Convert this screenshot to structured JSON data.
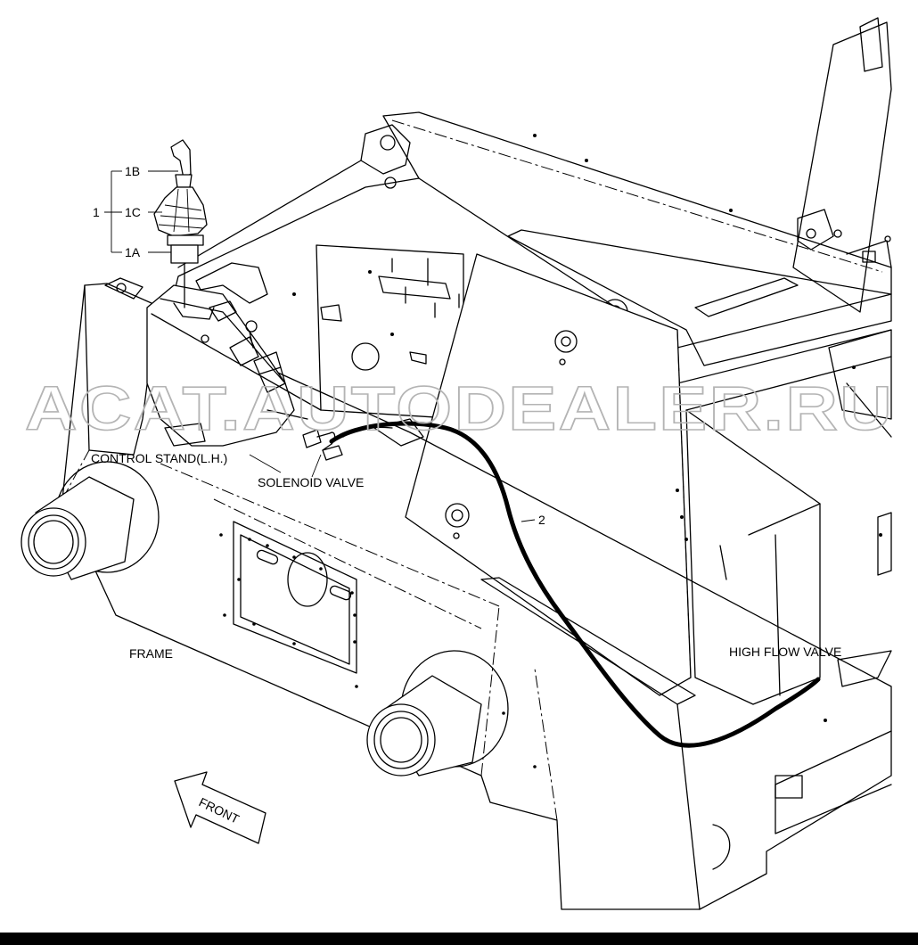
{
  "labels": {
    "callout_1": "1",
    "callout_1b": "1B",
    "callout_1c": "1C",
    "callout_1a": "1A",
    "callout_2": "2",
    "control_stand": "CONTROL STAND(L.H.)",
    "solenoid_valve": "SOLENOID VALVE",
    "frame": "FRAME",
    "high_flow_valve": "HIGH FLOW VALVE",
    "front": "FRONT"
  },
  "watermark": "ACAT.AUTODEALER.RU",
  "colors": {
    "line": "#000000",
    "background": "#ffffff",
    "watermark": "#b4b4b4"
  }
}
